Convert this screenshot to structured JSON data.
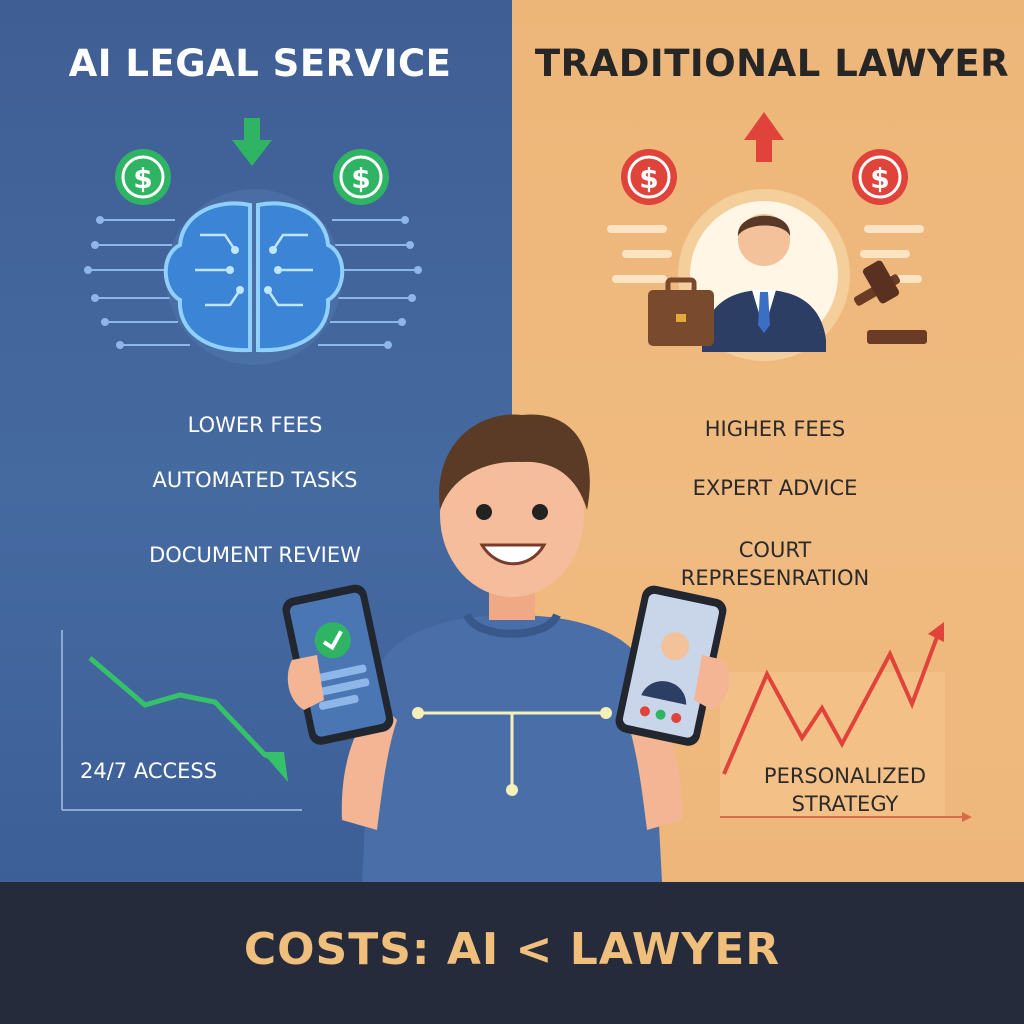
{
  "left": {
    "title": "AI LEGAL SERVICE",
    "features": [
      "LOWER FEES",
      "AUTOMATED TASKS",
      "DOCUMENT REVIEW"
    ],
    "chart_label": "24/7 ACCESS",
    "coin_symbol": "$",
    "accent": "#2fb463",
    "icons": [
      "dollar-coin-icon",
      "down-arrow-icon",
      "brain-circuit-icon",
      "downward-trend-chart-icon"
    ]
  },
  "right": {
    "title": "TRADITIONAL LAWYER",
    "features": [
      "HIGHER FEES",
      "EXPERT ADVICE",
      "COURT",
      "REPRESENRATION"
    ],
    "chart_label_lines": [
      "PERSONALIZED",
      "STRATEGY"
    ],
    "coin_symbol": "$",
    "accent": "#e0433a",
    "icons": [
      "dollar-coin-icon",
      "up-arrow-icon",
      "lawyer-avatar-icon",
      "briefcase-icon",
      "gavel-icon",
      "upward-trend-chart-icon"
    ]
  },
  "footer": {
    "text": "COSTS: AI < LAWYER"
  },
  "center": {
    "icons": [
      "person-illustration",
      "phone-checkmark-icon",
      "phone-video-call-icon"
    ]
  }
}
